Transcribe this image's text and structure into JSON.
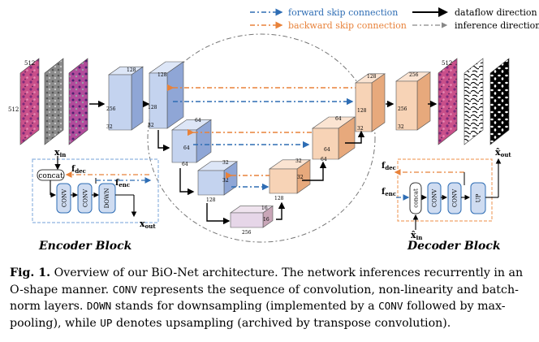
{
  "legend": {
    "forward": "forward skip connection",
    "backward": "backward skip connection",
    "dataflow": "dataflow direction",
    "inference": "inference direction"
  },
  "colors": {
    "forward": "#2e6db4",
    "backward": "#e8823a",
    "blue_face": "#c4d3ef",
    "blue_side": "#8fa6d6",
    "peach_face": "#f7d3b6",
    "peach_side": "#e7a97c",
    "block_fill": "#cfdcf1",
    "block_border": "#2e6db4"
  },
  "dims": {
    "in512a": "512",
    "in512b": "512",
    "e1a": "128",
    "e1b": "256",
    "e1c": "32",
    "e2a": "128",
    "e2b": "128",
    "e2c": "32",
    "e3a": "64",
    "e3b": "64",
    "e3c": "64",
    "e4a": "32",
    "e4b": "128",
    "e4c": "32",
    "bot_a": "16",
    "bot_b": "256",
    "bot_c": "16",
    "d4a": "32",
    "d4b": "128",
    "d4c": "32",
    "d3a": "64",
    "d3b": "64",
    "d3c": "64",
    "d2a": "128",
    "d2b": "128",
    "d2c": "32",
    "d1a": "256",
    "d1b": "256",
    "d1c": "32",
    "out512": "512"
  },
  "encoder": {
    "title": "Encoder Block",
    "x_in": "x",
    "x_in_sub": "in",
    "concat": "concat",
    "f_dec": "f",
    "f_dec_sub": "dec",
    "f_enc": "f",
    "f_enc_sub": "enc",
    "conv1": "CONV",
    "conv2": "CONV",
    "down": "DOWN",
    "x_out": "x",
    "x_out_sub": "out"
  },
  "decoder": {
    "title": "Decoder Block",
    "x_out": "x̂",
    "x_out_sub": "out",
    "f_dec": "f",
    "f_dec_sub": "dec",
    "f_enc": "f",
    "f_enc_sub": "enc",
    "concat": "concat",
    "conv1": "CONV",
    "conv2": "CONV",
    "up": "UP",
    "x_in": "x̂",
    "x_in_sub": "in"
  },
  "caption": {
    "fig": "Fig. 1.",
    "t1": " Overview of our BiO-Net architecture. The network inferences recurrently in an O-shape manner. ",
    "conv": "CONV",
    "t2": " represents the sequence of convolution, non-linearity and batch-norm layers. ",
    "down": "DOWN",
    "t3": " stands for downsampling (implemented by a ",
    "conv2": "CONV",
    "t4": " followed by max-pooling), while ",
    "up": "UP",
    "t5": " denotes upsampling (archived by transpose convolution)."
  }
}
